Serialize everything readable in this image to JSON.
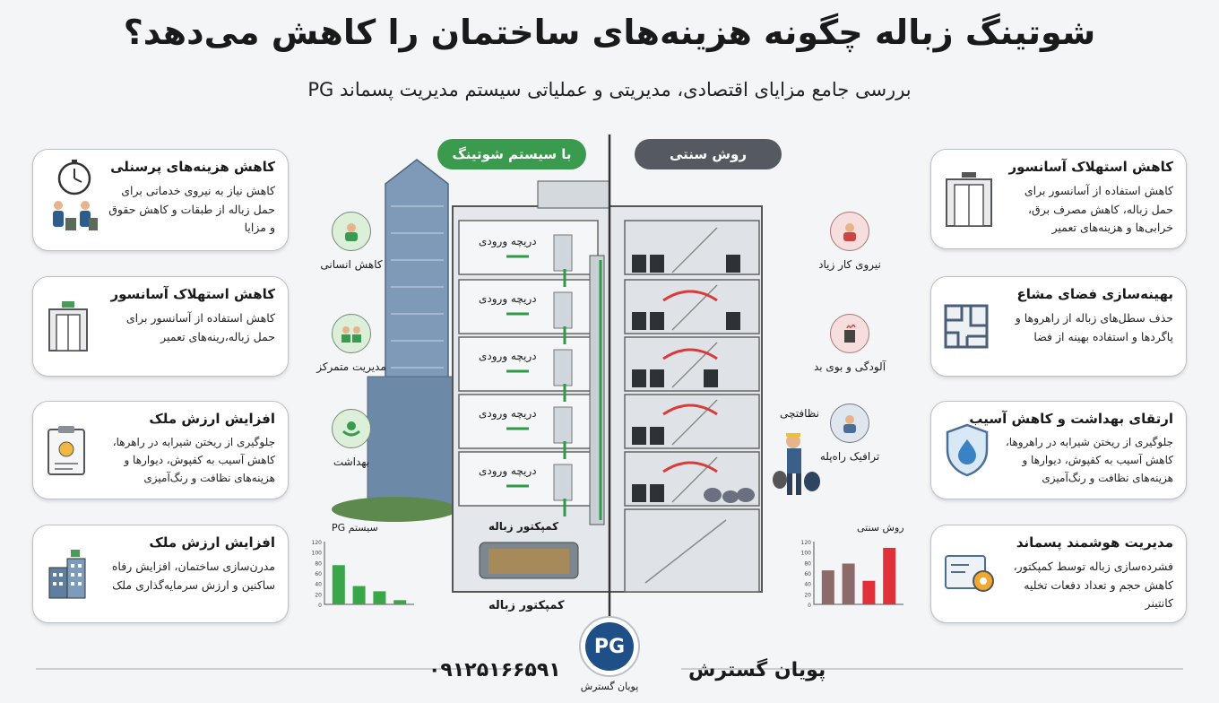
{
  "title": "شوتینگ زباله چگونه هزینه‌های ساختمان را کاهش می‌دهد؟",
  "subtitle": "بررسی جامع مزایای اقتصادی، مدیریتی و عملیاتی سیستم مدیریت پسماند PG",
  "center": {
    "with_system_label": "با سیستم شوتینگ",
    "traditional_label": "روش سنتی",
    "floor_label": "دریچه ورودی",
    "compactor_inside": "کمپکتور زباله",
    "compactor_below": "کمپکتور زباله"
  },
  "left_side_labels": [
    {
      "text": "کاهش انسانی",
      "icon": "worker-icon"
    },
    {
      "text": "مدیریت متمرکز",
      "icon": "team-icon"
    },
    {
      "text": "بهداشت",
      "icon": "hygiene-hands-icon"
    }
  ],
  "right_side_labels": [
    {
      "text": "نیروی کار زیاد",
      "icon": "worker-icon"
    },
    {
      "text": "آلودگی و بوی بد",
      "icon": "trash-smell-icon"
    },
    {
      "text": "نظافتچی",
      "icon": "cleaner-icon"
    },
    {
      "text": "ترافیک راه‌پله",
      "icon": "stairs-icon"
    }
  ],
  "left_cards": [
    {
      "title": "کاهش هزینه‌های پرسنلی",
      "body": "کاهش نیاز به نیروی خدماتی برای حمل زباله از طبقات و کاهش حقوق و مزایا",
      "icon": "stopwatch-workers-icon"
    },
    {
      "title": "کاهش استهلاک آسانسور",
      "body": "کاهش استفاده از آسانسور برای حمل زباله،رینه‌های تعمیر",
      "icon": "elevator-icon"
    },
    {
      "title": "افزایش ارزش ملک",
      "body": "جلوگیری از ریختن شیرابه در راهرها، کاهش آسیب به کفپوش، دیوارها و هزینه‌های نظافت و رنگ‌آمیزی",
      "icon": "clipboard-icon"
    },
    {
      "title": "افزایش ارزش ملک",
      "body": "مدرن‌سازی ساختمان، افزایش رفاه ساکنین و ارزش سرمایه‌گذاری ملک",
      "icon": "buildings-icon"
    }
  ],
  "right_cards": [
    {
      "title": "کاهش استهلاک آسانسور",
      "body": "کاهش استفاده از آسانسور برای حمل زباله، کاهش مصرف برق، خرابی‌ها و هزینه‌های تعمیر",
      "icon": "elevator-icon"
    },
    {
      "title": "بهینه‌سازی فضای مشاع",
      "body": "حذف سطل‌های زباله از راهروها و پاگردها و استفاده بهینه از فضا",
      "icon": "floorplan-icon"
    },
    {
      "title": "ارتقای بهداشت و کاهش آسیب",
      "body": "جلوگیری از ریختن شیرابه در راهروها، کاهش آسیب به کفپوش، دیوارها و هزینه‌های نظافت و رنگ‌آمیزی",
      "icon": "shield-drop-icon"
    },
    {
      "title": "مدیریت هوشمند پسماند",
      "body": "فشرده‌سازی زباله توسط کمپکتور، کاهش حجم و تعداد دفعات تخلیه کانتینر",
      "icon": "smart-gear-icon"
    }
  ],
  "chart_data": [
    {
      "type": "bar",
      "title": "سیستم PG",
      "ylim": [
        0,
        120
      ],
      "yticks": [
        0,
        20,
        40,
        60,
        80,
        100,
        120
      ],
      "categories": [
        "",
        "",
        "",
        ""
      ],
      "values": [
        75,
        35,
        25,
        8
      ],
      "color": "#3aa64a"
    },
    {
      "type": "bar",
      "title": "روش سنتی",
      "ylim": [
        0,
        120
      ],
      "yticks": [
        0,
        20,
        40,
        60,
        80,
        100,
        120
      ],
      "categories": [
        "",
        "",
        "",
        ""
      ],
      "values": [
        65,
        78,
        45,
        108
      ],
      "colors": [
        "#8c6a6a",
        "#8c6a6a",
        "#e0303a",
        "#e0303a"
      ]
    }
  ],
  "footer": {
    "phone": "۰۹۱۲۵۱۶۶۵۹۱",
    "brand": "پویان گسترش",
    "logo_text": "PG",
    "logo_caption": "پویان گسترش"
  },
  "colors": {
    "green": "#3a9a4e",
    "gray_pill": "#555a60",
    "red": "#e0303a"
  }
}
